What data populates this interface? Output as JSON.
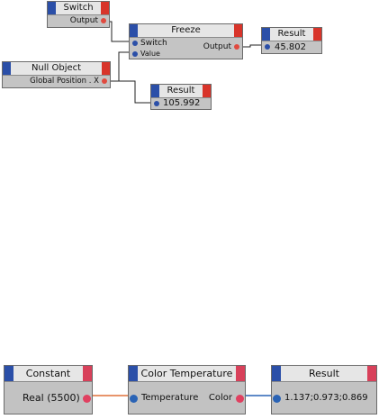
{
  "top_graph": {
    "switch_node": {
      "title": "Switch",
      "ports": {
        "output": "Output"
      }
    },
    "freeze_node": {
      "title": "Freeze",
      "ports": {
        "switch": "Switch",
        "value": "Value",
        "output": "Output"
      }
    },
    "result_node_1": {
      "title": "Result",
      "value": "45.802"
    },
    "null_object_node": {
      "title": "Null Object",
      "ports": {
        "global_position_x": "Global Position . X"
      }
    },
    "result_node_2": {
      "title": "Result",
      "value": "105.992"
    }
  },
  "bottom_graph": {
    "constant_node": {
      "title": "Constant",
      "value": "Real (5500)"
    },
    "color_temperature_node": {
      "title": "Color Temperature",
      "ports": {
        "temperature": "Temperature",
        "color": "Color"
      }
    },
    "result_node": {
      "title": "Result",
      "value": "1.137;0.973;0.869"
    }
  },
  "colors": {
    "input_port": "#2b4fa8",
    "output_port": "#e04a3f",
    "wire_top": "#222222",
    "wire_bottom_orange": "#e0703a",
    "wire_bottom_blue": "#2a63b5"
  }
}
